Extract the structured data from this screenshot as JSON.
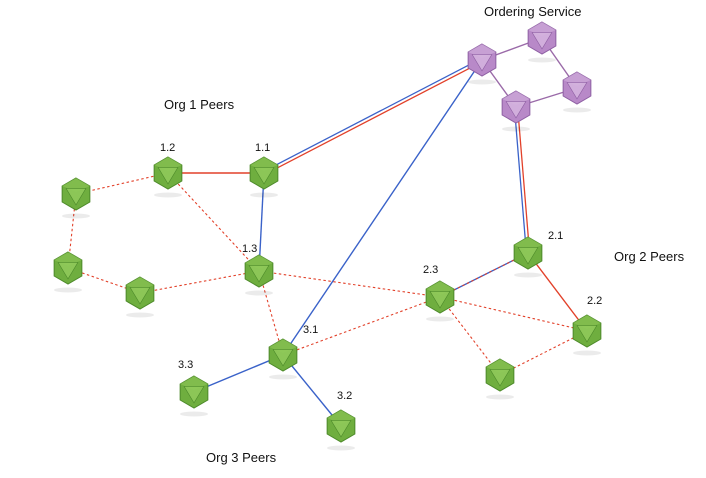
{
  "groups": {
    "ordering": "Ordering Service",
    "org1": "Org 1 Peers",
    "org2": "Org 2 Peers",
    "org3": "Org 3 Peers"
  },
  "nodes": [
    {
      "id": "o1",
      "kind": "orderer",
      "label": ""
    },
    {
      "id": "o2",
      "kind": "orderer",
      "label": ""
    },
    {
      "id": "o3",
      "kind": "orderer",
      "label": ""
    },
    {
      "id": "o4",
      "kind": "orderer",
      "label": ""
    },
    {
      "id": "p1.1",
      "kind": "peer",
      "label": "1.1"
    },
    {
      "id": "p1.2",
      "kind": "peer",
      "label": "1.2"
    },
    {
      "id": "p1.3",
      "kind": "peer",
      "label": "1.3"
    },
    {
      "id": "p1a",
      "kind": "peer",
      "label": ""
    },
    {
      "id": "p1b",
      "kind": "peer",
      "label": ""
    },
    {
      "id": "p1c",
      "kind": "peer",
      "label": ""
    },
    {
      "id": "p2.1",
      "kind": "peer",
      "label": "2.1"
    },
    {
      "id": "p2.2",
      "kind": "peer",
      "label": "2.2"
    },
    {
      "id": "p2.3",
      "kind": "peer",
      "label": "2.3"
    },
    {
      "id": "p2a",
      "kind": "peer",
      "label": ""
    },
    {
      "id": "p3.1",
      "kind": "peer",
      "label": "3.1"
    },
    {
      "id": "p3.2",
      "kind": "peer",
      "label": "3.2"
    },
    {
      "id": "p3.3",
      "kind": "peer",
      "label": "3.3"
    }
  ],
  "edges": [
    {
      "from": "o1",
      "to": "o2",
      "style": "ordering-link"
    },
    {
      "from": "o2",
      "to": "o3",
      "style": "ordering-link"
    },
    {
      "from": "o3",
      "to": "o4",
      "style": "ordering-link"
    },
    {
      "from": "o4",
      "to": "o1",
      "style": "ordering-link"
    },
    {
      "from": "o1",
      "to": "p1.1",
      "style": "blue-red"
    },
    {
      "from": "o4",
      "to": "p2.1",
      "style": "blue-red"
    },
    {
      "from": "o1",
      "to": "p3.1",
      "style": "blue"
    },
    {
      "from": "p1.2",
      "to": "p1.1",
      "style": "red"
    },
    {
      "from": "p1.1",
      "to": "p1.3",
      "style": "blue"
    },
    {
      "from": "p2.1",
      "to": "p2.2",
      "style": "red"
    },
    {
      "from": "p2.1",
      "to": "p2.3",
      "style": "blue"
    },
    {
      "from": "p3.1",
      "to": "p3.2",
      "style": "blue"
    },
    {
      "from": "p3.1",
      "to": "p3.3",
      "style": "blue"
    },
    {
      "from": "p1.2",
      "to": "p1a",
      "style": "dotted"
    },
    {
      "from": "p1a",
      "to": "p1b",
      "style": "dotted"
    },
    {
      "from": "p1b",
      "to": "p1c",
      "style": "dotted"
    },
    {
      "from": "p1c",
      "to": "p1.3",
      "style": "dotted"
    },
    {
      "from": "p1.2",
      "to": "p1.3",
      "style": "dotted"
    },
    {
      "from": "p1.3",
      "to": "p2.3",
      "style": "dotted"
    },
    {
      "from": "p1.3",
      "to": "p3.1",
      "style": "dotted"
    },
    {
      "from": "p3.1",
      "to": "p2.3",
      "style": "dotted"
    },
    {
      "from": "p2.3",
      "to": "p2.1",
      "style": "dotted"
    },
    {
      "from": "p2.3",
      "to": "p2.2",
      "style": "dotted"
    },
    {
      "from": "p2.3",
      "to": "p2a",
      "style": "dotted"
    },
    {
      "from": "p2a",
      "to": "p2.2",
      "style": "dotted"
    }
  ],
  "colors": {
    "peer": "#6fae3f",
    "peer_dark": "#4d8a2a",
    "peer_light": "#8fc95a",
    "orderer": "#b889c8",
    "orderer_dark": "#8e5fa3",
    "orderer_light": "#d4b3de",
    "blue_link": "#3a62c9",
    "red_link": "#e2412a",
    "ordering_link": "#9a6aa8"
  }
}
